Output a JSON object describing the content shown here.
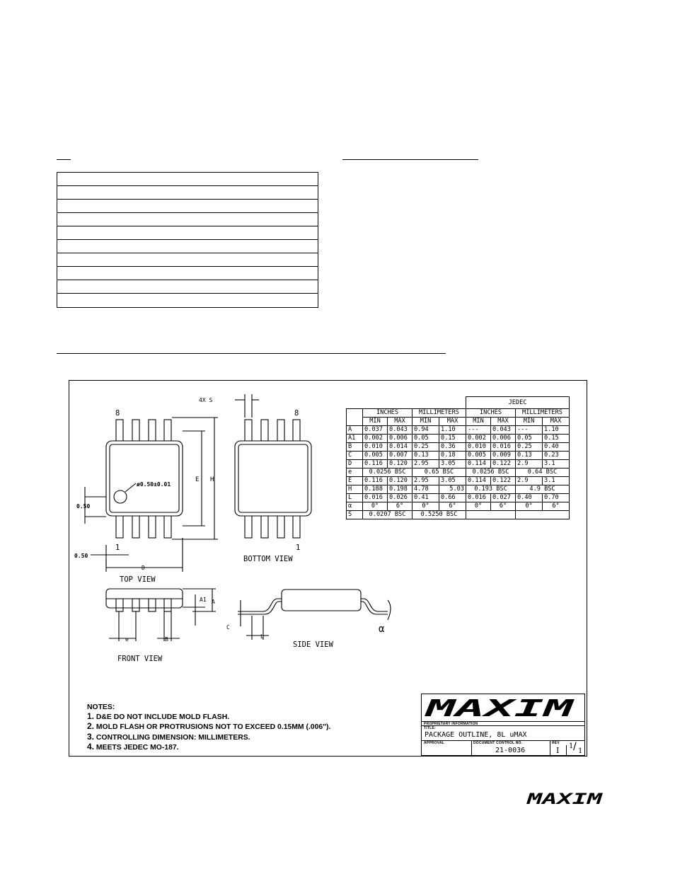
{
  "dimension_table": {
    "jedec_header": "JEDEC",
    "group_headers": [
      "INCHES",
      "MILLIMETERS",
      "INCHES",
      "MILLIMETERS"
    ],
    "minmax": [
      "MIN",
      "MAX",
      "MIN",
      "MAX",
      "MIN",
      "MAX",
      "MIN",
      "MAX"
    ],
    "rows": [
      [
        "A",
        "0.037",
        "0.043",
        "0.94",
        "1.10",
        "---",
        "0.043",
        "---",
        "1.10"
      ],
      [
        "A1",
        "0.002",
        "0.006",
        "0.05",
        "0.15",
        "0.002",
        "0.006",
        "0.05",
        "0.15"
      ],
      [
        "B",
        "0.010",
        "0.014",
        "0.25",
        "0.36",
        "0.010",
        "0.016",
        "0.25",
        "0.40"
      ],
      [
        "C",
        "0.005",
        "0.007",
        "0.13",
        "0.18",
        "0.005",
        "0.009",
        "0.13",
        "0.23"
      ],
      [
        "D",
        "0.116",
        "0.120",
        "2.95",
        "3.05",
        "0.114",
        "0.122",
        "2.9",
        "3.1"
      ],
      [
        "E",
        "0.116",
        "0.120",
        "2.95",
        "3.05",
        "0.114",
        "0.122",
        "2.9",
        "3.1"
      ],
      [
        "L",
        "0.016",
        "0.026",
        "0.41",
        "0.66",
        "0.016",
        "0.027",
        "0.40",
        "0.70"
      ],
      [
        "α",
        "0°",
        "6°",
        "0°",
        "6°",
        "0°",
        "6°",
        "0°",
        "6°"
      ]
    ],
    "row_e": [
      "e",
      "0.0256  BSC",
      "0.65  BSC",
      "0.0256  BSC",
      "0.64  BSC"
    ],
    "row_h": [
      "H",
      "0.188",
      "0.198",
      "4.78",
      "5.03",
      "0.193  BSC",
      "4.9  BSC"
    ],
    "row_s": [
      "S",
      "0.0207  BSC",
      "0.5250  BSC"
    ]
  },
  "drawing": {
    "pin_8": "8",
    "pin_1": "1",
    "dim_4xs": "4X  S",
    "dim_e": "E",
    "dim_h": "H",
    "dim_hole": "ø0.50±0.01",
    "dim_050_a": "0.50",
    "dim_050_b": "0.50",
    "dim_d": "D",
    "dim_a1": "A1",
    "dim_a": "A",
    "dim_c": "C",
    "dim_l": "L",
    "dim_b": "B",
    "dim_pitch": "e",
    "dim_alpha": "α",
    "top_view": "TOP  VIEW",
    "bottom_view": "BOTTOM  VIEW",
    "front_view": "FRONT  VIEW",
    "side_view": "SIDE  VIEW"
  },
  "notes": {
    "heading": "NOTES:",
    "items": [
      {
        "num": "1.",
        "text": "D&E DO NOT INCLUDE MOLD FLASH."
      },
      {
        "num": "2.",
        "text": "MOLD FLASH OR PROTRUSIONS NOT TO EXCEED 0.15MM (.006\")."
      },
      {
        "num": "3.",
        "text": "CONTROLLING DIMENSION:   MILLIMETERS."
      },
      {
        "num": "4.",
        "text": "MEETS JEDEC MO-187."
      }
    ]
  },
  "title_block": {
    "logo": "MAXIM",
    "proprietary": "PROPRIETARY INFORMATION",
    "title_label": "TITLE:",
    "title": "PACKAGE OUTLINE, 8L uMAX",
    "approval_label": "APPROVAL",
    "doc_label": "DOCUMENT CONTROL NO.",
    "doc_no": "21-0036",
    "rev_label": "REV",
    "rev": "I",
    "sheet_num": "1",
    "sheet_den": "1"
  },
  "footer_logo": "MAXIM"
}
